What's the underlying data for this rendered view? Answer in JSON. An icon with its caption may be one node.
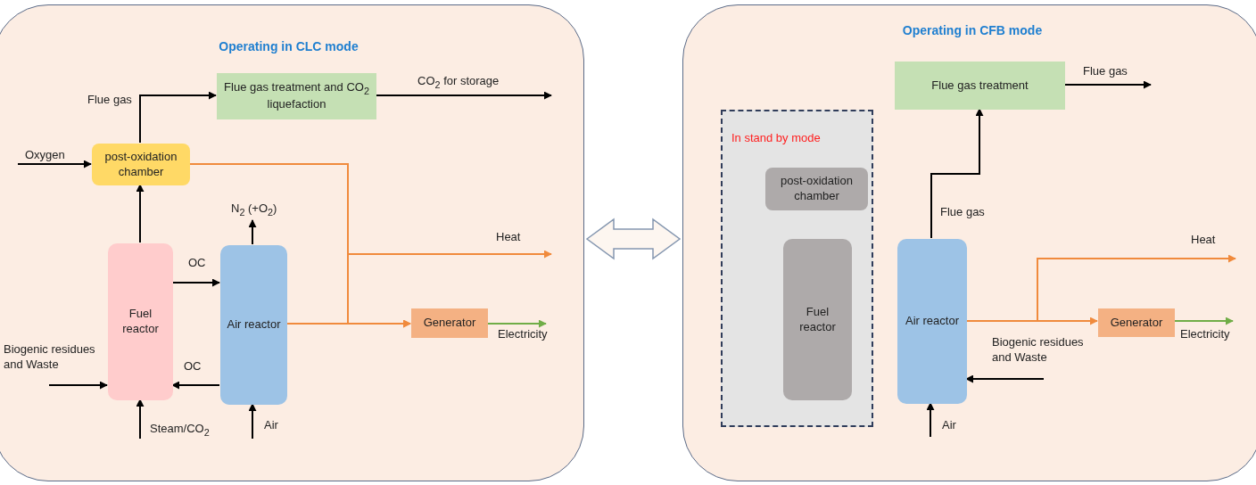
{
  "diagram": {
    "nodes": [
      {
        "text": [
          "Operating in CLC mode"
        ]
      },
      {
        "text": [
          "Flue gas treatment and CO$_{2}$ liquefaction"
        ],
        "in": 0
      },
      {
        "text": [
          "post-oxidation chamber"
        ],
        "in": 0
      },
      {
        "text": [
          "Fuel reactor"
        ],
        "in": 0
      },
      {
        "text": [
          "Air reactor"
        ],
        "in": 0
      },
      {
        "text": [
          "Generator"
        ],
        "in": 0
      },
      {
        "text": [
          "Operating in CFB mode"
        ]
      },
      {
        "text": [
          "Flue gas treatment"
        ],
        "in": 6
      },
      {
        "text": [
          "In stand by mode"
        ],
        "in": 6
      },
      {
        "text": [
          "post-oxidation chamber"
        ],
        "in": 8
      },
      {
        "text": [
          "Fuel reactor"
        ],
        "in": 8
      },
      {
        "text": [
          "Air reactor"
        ],
        "in": 6
      },
      {
        "text": [
          "Generator"
        ],
        "in": 6
      }
    ],
    "edges": [
      {
        "from": null,
        "to": 2,
        "arrow": "to",
        "label": "Oxygen"
      },
      {
        "from": 2,
        "to": 1,
        "arrow": "to",
        "label": "Flue gas"
      },
      {
        "from": 1,
        "to": null,
        "arrow": "to",
        "label": "CO$_{2}$ for storage"
      },
      {
        "from": 3,
        "to": 2,
        "arrow": "to"
      },
      {
        "from": 3,
        "to": 4,
        "arrow": "to",
        "label": "OC"
      },
      {
        "from": 4,
        "to": 3,
        "arrow": "to",
        "label": "OC"
      },
      {
        "from": 4,
        "to": null,
        "arrow": "to",
        "label": "N$_{2}$ (+O$_{2}$)"
      },
      {
        "from": null,
        "to": 3,
        "arrow": "to",
        "label": "Biogenic residues and Waste"
      },
      {
        "from": null,
        "to": 3,
        "arrow": "to",
        "label": "Steam/CO$_{2}$"
      },
      {
        "from": null,
        "to": 4,
        "arrow": "to",
        "label": "Air"
      },
      {
        "from": 2,
        "to": null,
        "arrow": "to",
        "label": "Heat",
        "color": "#f08a3c"
      },
      {
        "from": 2,
        "to": 5,
        "arrow": "to",
        "color": "#f08a3c"
      },
      {
        "from": 4,
        "to": 5,
        "arrow": "to",
        "color": "#f08a3c"
      },
      {
        "from": 5,
        "to": null,
        "arrow": "to",
        "label": "Electricity",
        "color": "#70ad47"
      },
      {
        "from": 0,
        "to": 6,
        "arrow": "both",
        "style": "thick"
      },
      {
        "from": 11,
        "to": 7,
        "arrow": "to",
        "label": "Flue gas"
      },
      {
        "from": 7,
        "to": null,
        "arrow": "to",
        "label": "Flue gas"
      },
      {
        "from": 11,
        "to": null,
        "arrow": "to",
        "label": "Heat",
        "color": "#f08a3c"
      },
      {
        "from": 11,
        "to": 12,
        "arrow": "to",
        "color": "#f08a3c"
      },
      {
        "from": 12,
        "to": null,
        "arrow": "to",
        "label": "Electricity",
        "color": "#70ad47"
      },
      {
        "from": null,
        "to": 11,
        "arrow": "to",
        "label": "Biogenic residues and Waste"
      },
      {
        "from": null,
        "to": 11,
        "arrow": "to",
        "label": "Air"
      }
    ]
  }
}
